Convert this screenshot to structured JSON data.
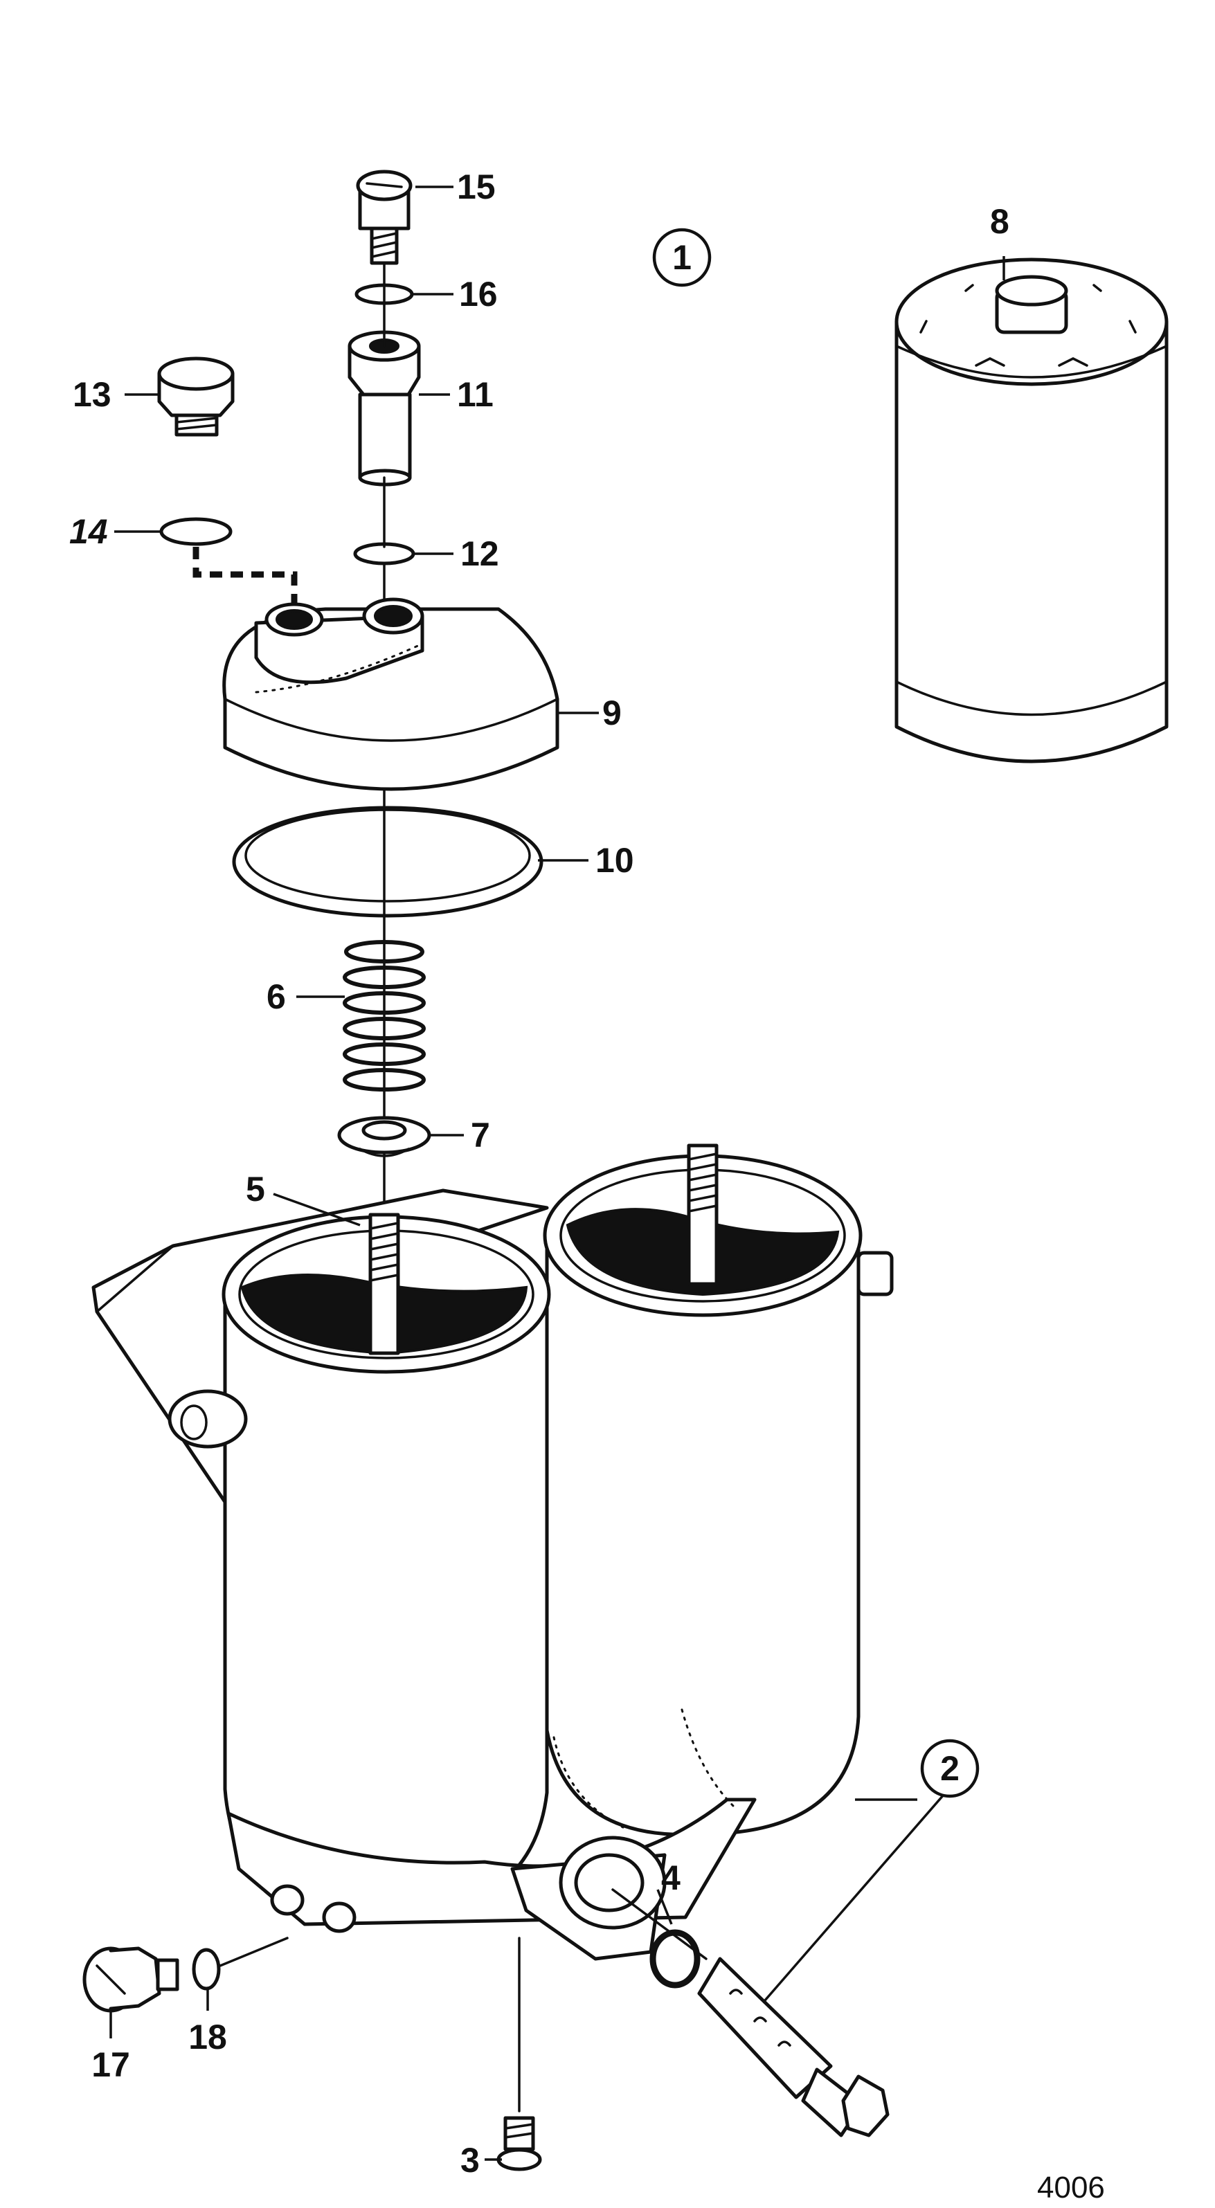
{
  "callouts": [
    {
      "id": "p1",
      "text": "1",
      "circled": true
    },
    {
      "id": "p2",
      "text": "2",
      "circled": true
    },
    {
      "id": "p3",
      "text": "3"
    },
    {
      "id": "p4",
      "text": "4"
    },
    {
      "id": "p5",
      "text": "5"
    },
    {
      "id": "p6",
      "text": "6"
    },
    {
      "id": "p7",
      "text": "7"
    },
    {
      "id": "p8",
      "text": "8"
    },
    {
      "id": "p9",
      "text": "9"
    },
    {
      "id": "p10",
      "text": "10"
    },
    {
      "id": "p11",
      "text": "11"
    },
    {
      "id": "p12",
      "text": "12"
    },
    {
      "id": "p13",
      "text": "13"
    },
    {
      "id": "p14",
      "text": "14"
    },
    {
      "id": "p15",
      "text": "15"
    },
    {
      "id": "p16",
      "text": "16"
    },
    {
      "id": "p17",
      "text": "17"
    },
    {
      "id": "p18",
      "text": "18"
    }
  ],
  "drawing_number": "4006"
}
